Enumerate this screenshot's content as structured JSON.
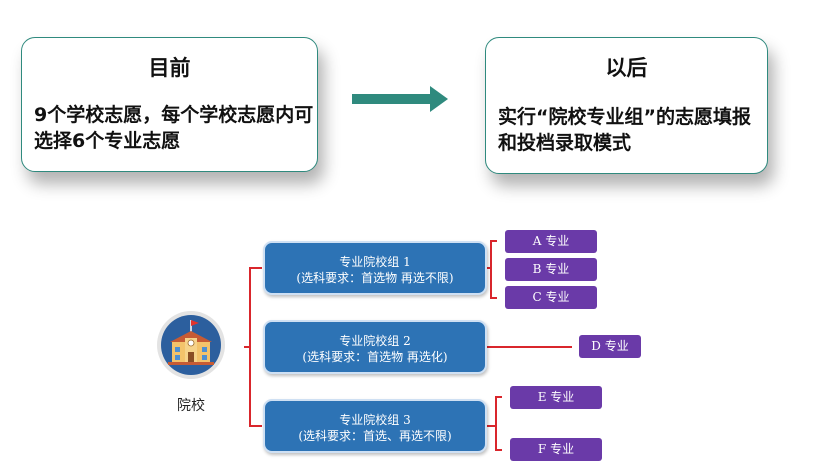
{
  "top": {
    "before": {
      "title": "目前",
      "body": "9个学校志愿，每个学校志愿内可选择6个专业志愿"
    },
    "after": {
      "title": "以后",
      "body": "实行“院校专业组”的志愿填报和投档录取模式"
    },
    "arrow_color": "#2f8a7e"
  },
  "school": {
    "label": "院校",
    "icon": "school-building-icon"
  },
  "groups": [
    {
      "title": "专业院校组 1",
      "requirement": "(选科要求：首选物  再选不限)",
      "majors": [
        "A 专业",
        "B 专业",
        "C 专业"
      ]
    },
    {
      "title": "专业院校组 2",
      "requirement": "(选科要求：首选物  再选化)",
      "majors": [
        "D 专业"
      ]
    },
    {
      "title": "专业院校组 3",
      "requirement": "(选科要求：首选、再选不限)",
      "majors": [
        "E 专业",
        "F 专业"
      ]
    }
  ],
  "colors": {
    "group_fill": "#2d73b5",
    "major_fill": "#6a3aa8",
    "connector": "#d9262c",
    "card_border": "#2f8a7e"
  }
}
